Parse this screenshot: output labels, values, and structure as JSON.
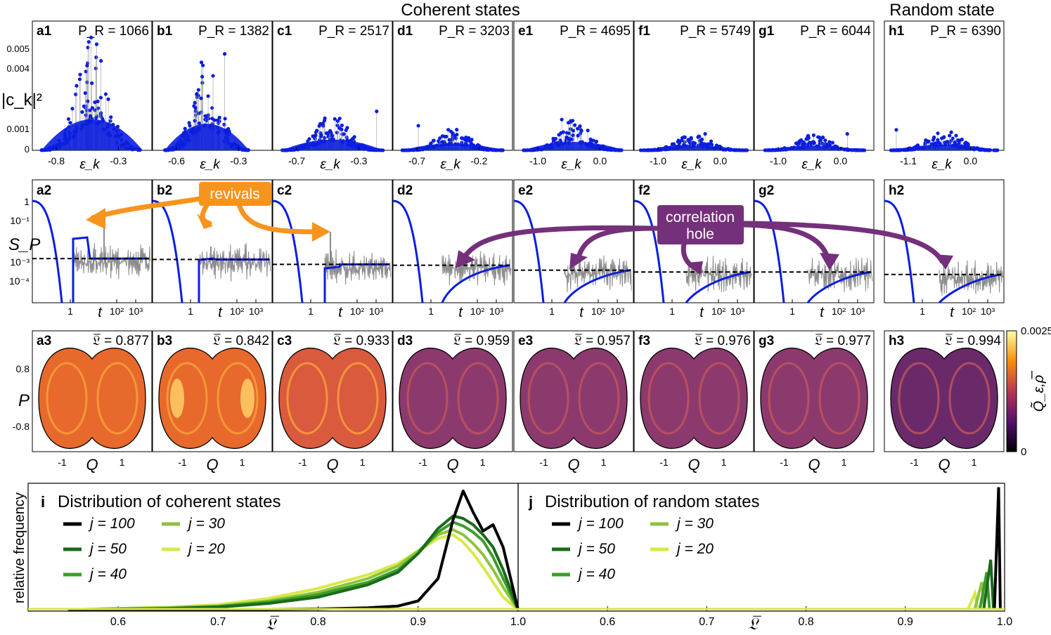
{
  "headers": {
    "coherent": "Coherent states",
    "random": "Random state"
  },
  "colors": {
    "spectrum_blue": "#0a1ee0",
    "sp_gray": "#8c8c8c",
    "orange_callout": "#f7941d",
    "purple_callout": "#74307a",
    "legend_series": [
      "#000000",
      "#1a6b1a",
      "#3d9c2a",
      "#8cc43c",
      "#d8e84a"
    ]
  },
  "panels": [
    {
      "id": "a",
      "row1_label": "a1",
      "row2_label": "a2",
      "row3_label": "a3",
      "pr_label": "P_R = 1066",
      "l_label": "𝔏̅ = 0.877",
      "xticks": [
        "-0.8",
        "-0.3"
      ],
      "peak": 0.0055,
      "width": 0.9,
      "l_value": 0.877
    },
    {
      "id": "b",
      "row1_label": "b1",
      "row2_label": "b2",
      "row3_label": "b3",
      "pr_label": "P_R = 1382",
      "l_label": "𝔏̅ = 0.842",
      "xticks": [
        "-0.6",
        "-0.3"
      ],
      "peak": 0.0047,
      "width": 0.75,
      "l_value": 0.842
    },
    {
      "id": "c",
      "row1_label": "c1",
      "row2_label": "c2",
      "row3_label": "c3",
      "pr_label": "P_R = 2517",
      "l_label": "𝔏̅ = 0.933",
      "xticks": [
        "-0.7",
        "-0.3"
      ],
      "peak": 0.0019,
      "width": 0.9,
      "l_value": 0.933
    },
    {
      "id": "d",
      "row1_label": "d1",
      "row2_label": "d2",
      "row3_label": "d3",
      "pr_label": "P_R = 3203",
      "l_label": "𝔏̅ = 0.959",
      "xticks": [
        "-0.7",
        "-0.2"
      ],
      "peak": 0.0012,
      "width": 0.9,
      "l_value": 0.959
    },
    {
      "id": "e",
      "row1_label": "e1",
      "row2_label": "e2",
      "row3_label": "e3",
      "pr_label": "P_R = 4695",
      "l_label": "𝔏̅ = 0.957",
      "xticks": [
        "-1.0",
        "0.0"
      ],
      "peak": 0.0015,
      "width": 0.9,
      "l_value": 0.957
    },
    {
      "id": "f",
      "row1_label": "f1",
      "row2_label": "f2",
      "row3_label": "f3",
      "pr_label": "P_R = 5749",
      "l_label": "𝔏̅ = 0.976",
      "xticks": [
        "-1.0",
        "0.0"
      ],
      "peak": 0.0008,
      "width": 0.95,
      "l_value": 0.976
    },
    {
      "id": "g",
      "row1_label": "g1",
      "row2_label": "g2",
      "row3_label": "g3",
      "pr_label": "P_R = 6044",
      "l_label": "𝔏̅ = 0.977",
      "xticks": [
        "-1.0",
        "0.0"
      ],
      "peak": 0.0008,
      "width": 0.9,
      "l_value": 0.977
    },
    {
      "id": "h",
      "row1_label": "h1",
      "row2_label": "h2",
      "row3_label": "h3",
      "pr_label": "P_R = 6390",
      "l_label": "𝔏̅ = 0.994",
      "xticks": [
        "-1.1",
        "0.0"
      ],
      "peak": 0.001,
      "width": 0.95,
      "l_value": 0.994
    }
  ],
  "row1": {
    "ylabel": "|c_k|²",
    "xlabel": "ε_k",
    "yticks": [
      "0.005",
      "0.004",
      "0.001",
      "0"
    ]
  },
  "row2": {
    "ylabel": "S_P",
    "xlabel": "t",
    "yticks": [
      "1",
      "10⁻¹",
      "10⁻³",
      "10⁻⁴"
    ],
    "xticks": [
      "1",
      "10²",
      "10³"
    ],
    "baseline": [
      0.001,
      0.0009,
      0.0005,
      0.00045,
      0.00025,
      0.0002,
      0.0002,
      0.00015
    ]
  },
  "row3": {
    "ylabel": "P",
    "xlabel": "Q",
    "yticks": [
      "0.8",
      "-0.8"
    ],
    "xticks": [
      "-1",
      "1"
    ],
    "colorbar_label": "Q̃_ε,ρ̅",
    "colorbar_max": "0.0025",
    "colorbar_min": "0"
  },
  "callouts": {
    "revivals": "revivals",
    "correlation_line1": "correlation",
    "correlation_line2": "hole"
  },
  "bottom": {
    "ylabel": "relative frequency",
    "xlabel": "𝔏̅",
    "xticks": [
      "0.6",
      "0.7",
      "0.8",
      "0.9",
      "1.0"
    ],
    "left_letter": "i",
    "left_title": "Distribution of coherent states",
    "right_letter": "j",
    "right_title": "Distribution of random states",
    "legend": [
      "j = 100",
      "j = 50",
      "j = 40",
      "j = 30",
      "j = 20"
    ]
  },
  "chart_data": {
    "type": "line",
    "title": "Distribution of coherent states / Distribution of random states",
    "xlabel": "𝔏̅",
    "ylabel": "relative frequency",
    "xlim": [
      0.51,
      1.0
    ],
    "coherent": {
      "x": [
        0.55,
        0.6,
        0.65,
        0.7,
        0.75,
        0.8,
        0.85,
        0.88,
        0.9,
        0.92,
        0.935,
        0.945,
        0.955,
        0.965,
        0.975,
        0.985,
        1.0
      ],
      "series": [
        {
          "name": "j = 100",
          "values": [
            0,
            0,
            0,
            0,
            0.003,
            0.006,
            0.015,
            0.03,
            0.07,
            0.25,
            0.72,
            0.95,
            0.78,
            0.63,
            0.68,
            0.5,
            0
          ]
        },
        {
          "name": "j = 50",
          "values": [
            0,
            0.005,
            0.01,
            0.02,
            0.05,
            0.1,
            0.2,
            0.3,
            0.45,
            0.65,
            0.75,
            0.73,
            0.68,
            0.6,
            0.5,
            0.32,
            0
          ]
        },
        {
          "name": "j = 40",
          "values": [
            0,
            0.005,
            0.01,
            0.025,
            0.06,
            0.12,
            0.22,
            0.32,
            0.45,
            0.62,
            0.7,
            0.67,
            0.62,
            0.55,
            0.42,
            0.25,
            0
          ]
        },
        {
          "name": "j = 30",
          "values": [
            0,
            0.01,
            0.015,
            0.03,
            0.07,
            0.14,
            0.25,
            0.35,
            0.47,
            0.6,
            0.64,
            0.6,
            0.53,
            0.44,
            0.32,
            0.18,
            0
          ]
        },
        {
          "name": "j = 20",
          "values": [
            0,
            0.01,
            0.02,
            0.04,
            0.09,
            0.17,
            0.28,
            0.37,
            0.47,
            0.57,
            0.6,
            0.54,
            0.45,
            0.34,
            0.22,
            0.1,
            0
          ]
        }
      ]
    },
    "random": {
      "series": [
        {
          "name": "j = 100",
          "center": 0.994,
          "peak": 0.98
        },
        {
          "name": "j = 50",
          "center": 0.986,
          "peak": 0.4
        },
        {
          "name": "j = 40",
          "center": 0.982,
          "peak": 0.3
        },
        {
          "name": "j = 30",
          "center": 0.977,
          "peak": 0.22
        },
        {
          "name": "j = 20",
          "center": 0.97,
          "peak": 0.13
        }
      ]
    }
  }
}
